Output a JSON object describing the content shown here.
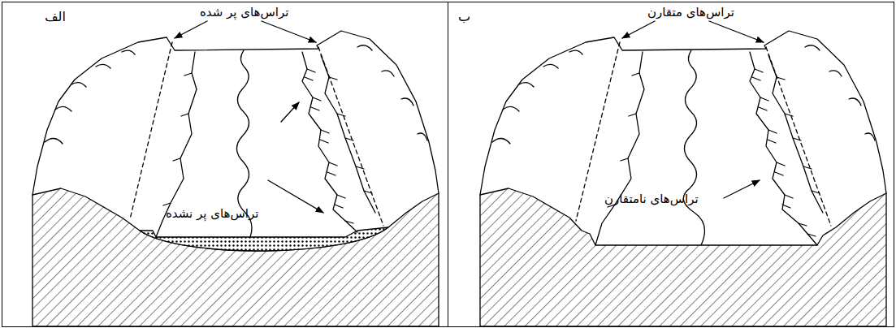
{
  "diagram": {
    "nodes": [
      {
        "text": [
          "الف"
        ]
      },
      {
        "text": [
          "ب"
        ]
      }
    ],
    "labels": [
      "تراس‌های پر شده",
      "تراس‌های پر نشده",
      "تراس‌های متقارن",
      "تراس‌های نامتقارن"
    ]
  }
}
